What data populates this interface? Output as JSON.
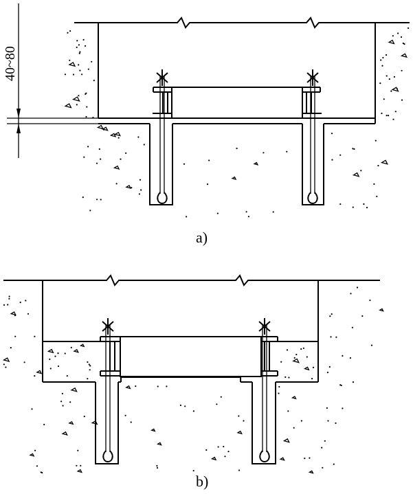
{
  "figure": {
    "panel_a": {
      "caption": "a)",
      "dimension": "40~80"
    },
    "panel_b": {
      "caption": "b)"
    }
  }
}
